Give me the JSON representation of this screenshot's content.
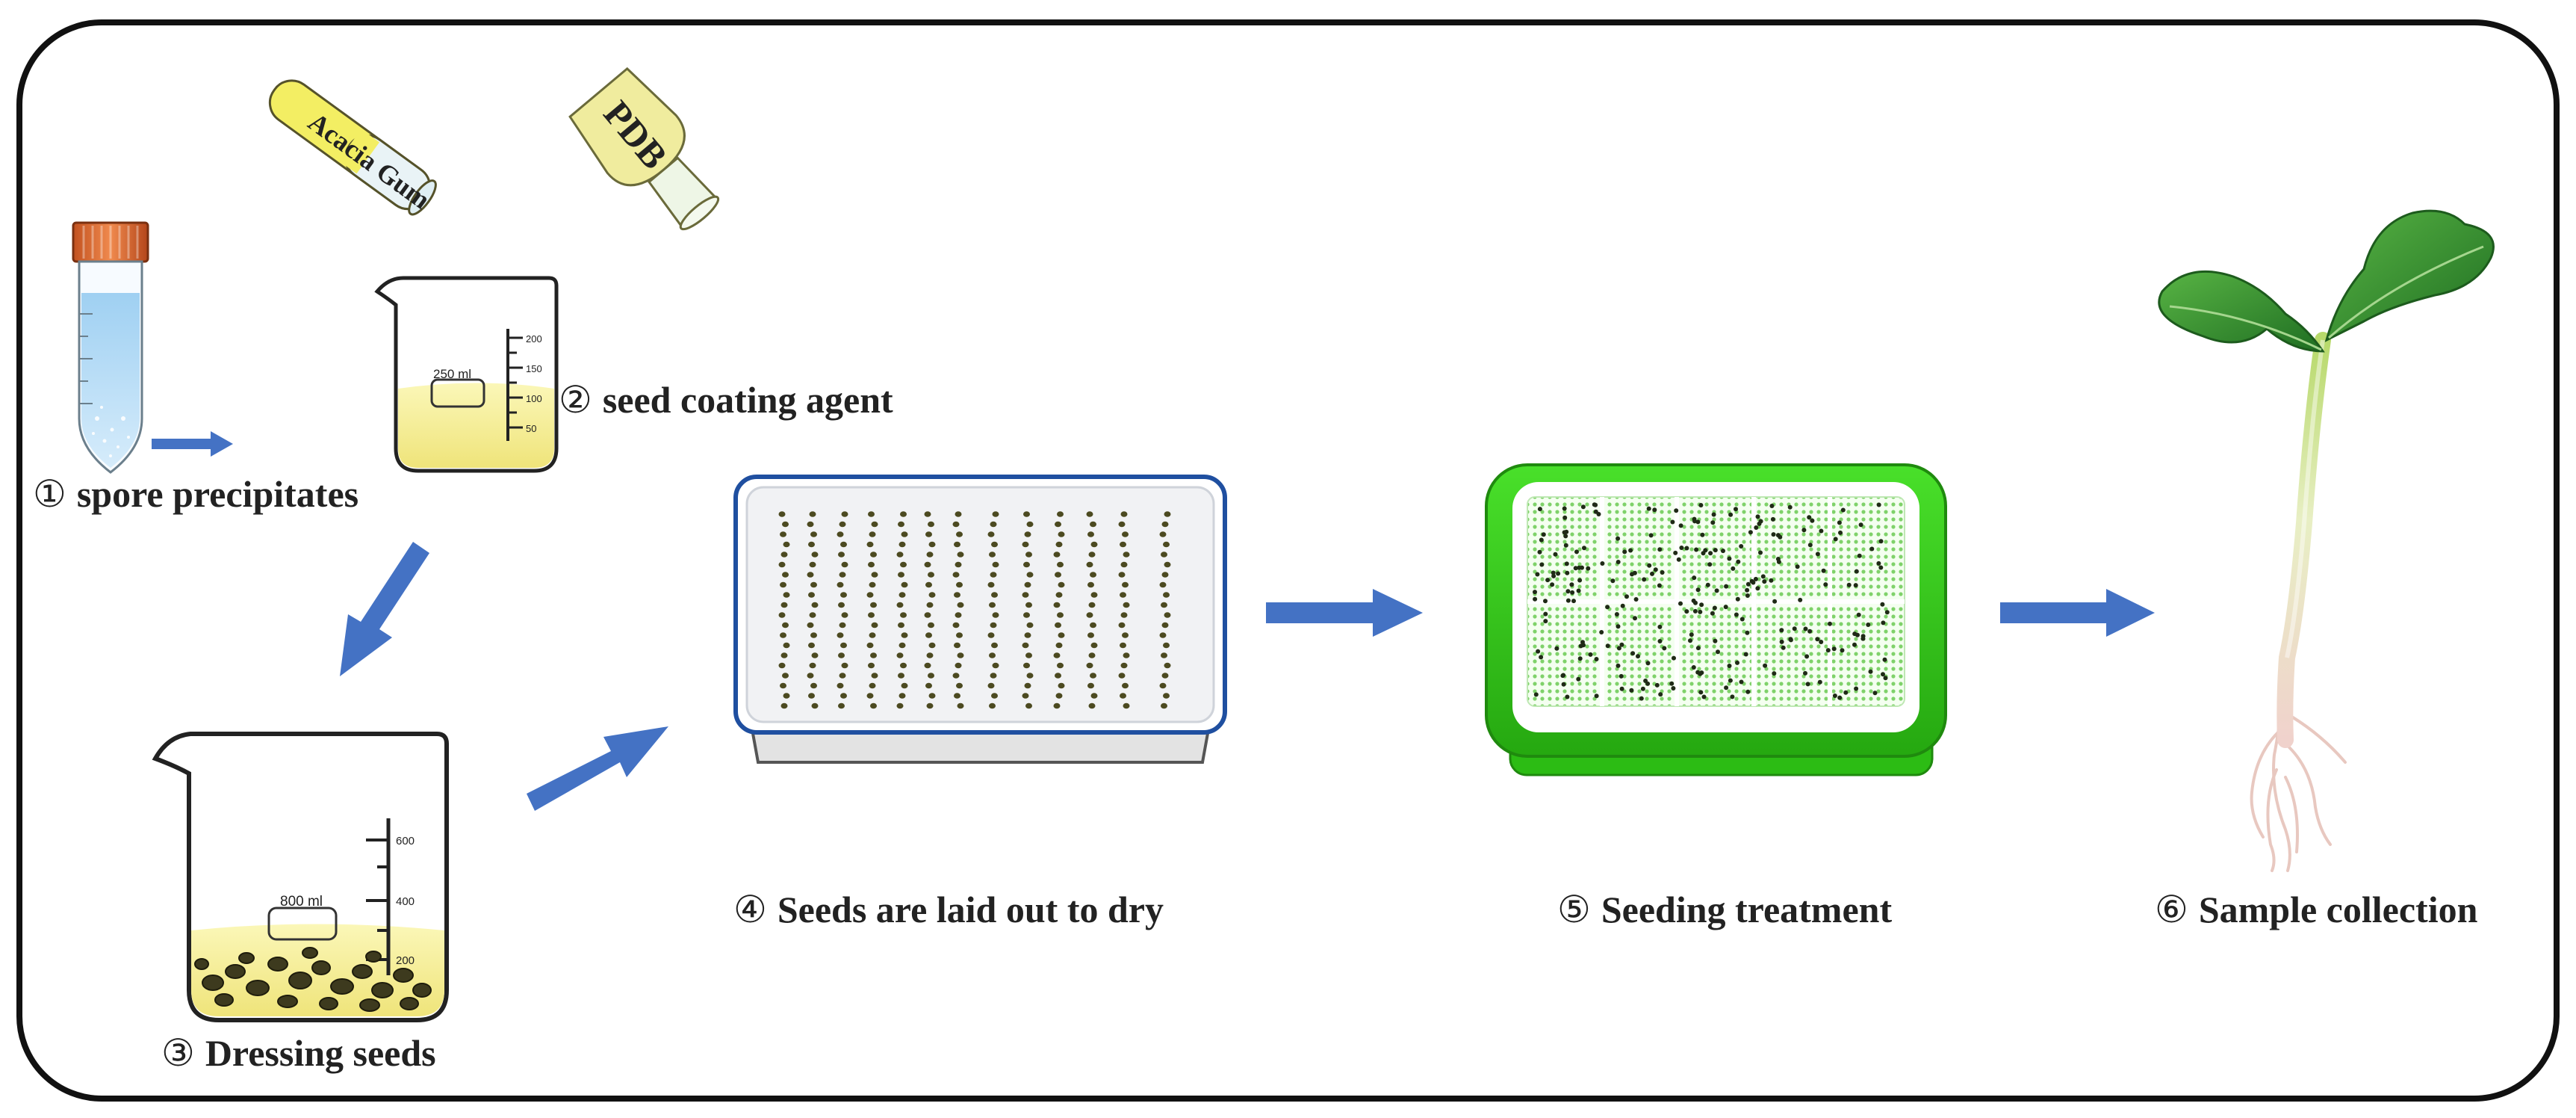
{
  "steps": [
    {
      "number": "①",
      "text": "spore precipitates"
    },
    {
      "number": "②",
      "text": "seed coating agent"
    },
    {
      "number": "③",
      "text": "Dressing seeds"
    },
    {
      "number": "④",
      "text": "Seeds are laid out to dry"
    },
    {
      "number": "⑤",
      "text": "Seeding treatment"
    },
    {
      "number": "⑥",
      "text": "Sample collection"
    }
  ],
  "vessels": {
    "acacia_gum": "Acacia Gum",
    "pdb": "PDB",
    "small_beaker_volume": "250 ml",
    "small_beaker_ticks": [
      "200",
      "150",
      "100",
      "50"
    ],
    "large_beaker_volume": "800 ml",
    "large_beaker_ticks": [
      "600",
      "400",
      "200"
    ]
  },
  "colors": {
    "arrow": "#4472c4",
    "frame": "#111111",
    "liquid_blue": "#a9d4f0",
    "liquid_yellow": "#f4f09a",
    "tray_green": "#39d11c",
    "tray_blue_rim": "#1f4fa0",
    "cap_orange": "#d9682e",
    "leaf_green": "#2f8a2a",
    "seed_dark": "#3d3a1e"
  }
}
